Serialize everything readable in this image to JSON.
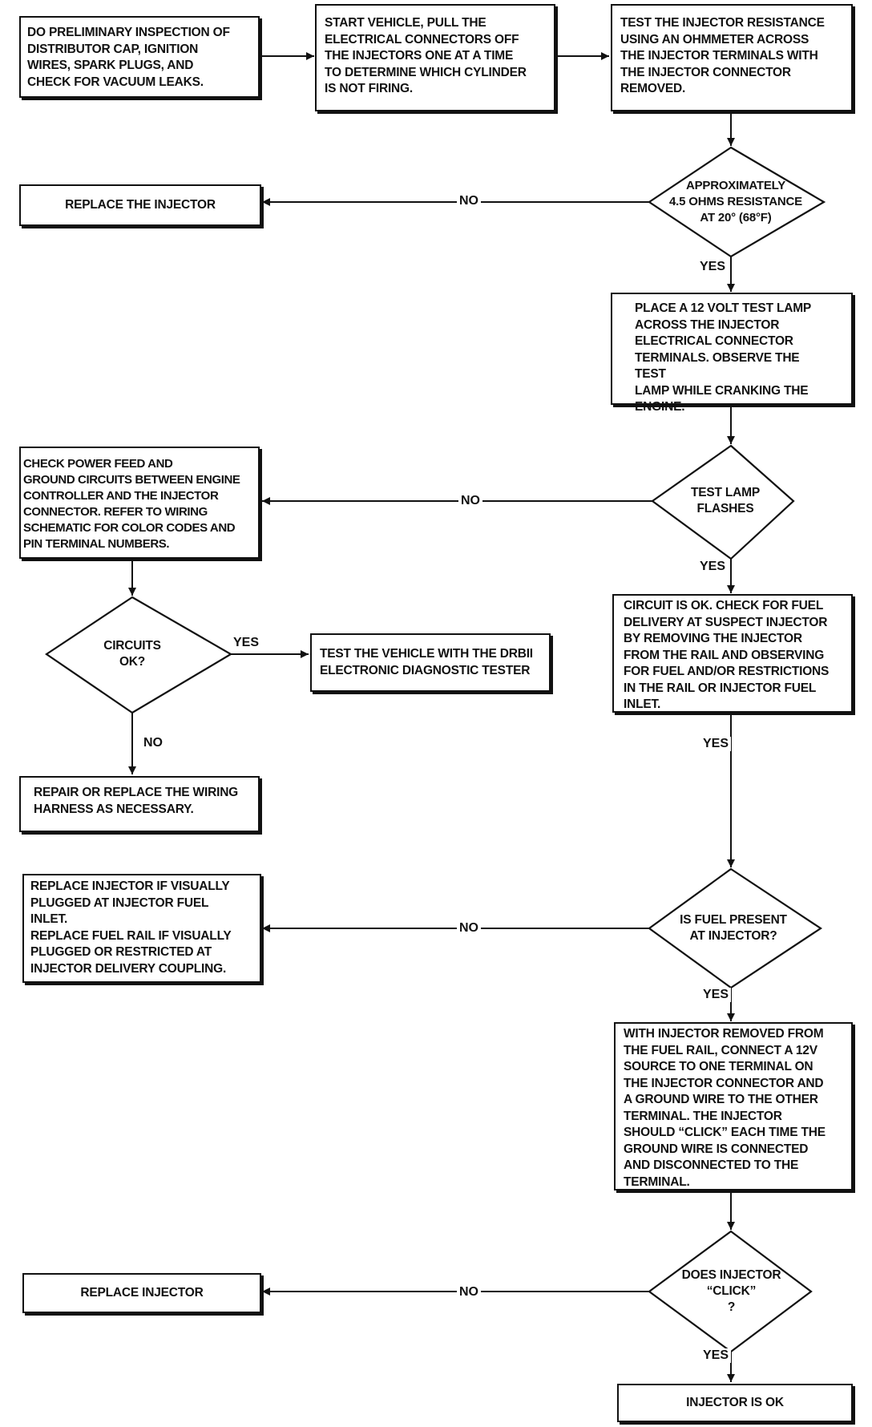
{
  "steps": {
    "preliminary_inspection": "DO PRELIMINARY INSPECTION OF\nDISTRIBUTOR CAP, IGNITION\nWIRES, SPARK PLUGS, AND\nCHECK FOR VACUUM LEAKS.",
    "start_vehicle": "START VEHICLE, PULL THE\nELECTRICAL CONNECTORS OFF\nTHE INJECTORS ONE AT A TIME\nTO DETERMINE WHICH CYLINDER\nIS NOT FIRING.",
    "test_resistance": "TEST THE INJECTOR RESISTANCE\nUSING AN OHMMETER ACROSS\nTHE INJECTOR TERMINALS WITH\nTHE INJECTOR CONNECTOR\nREMOVED.",
    "replace_injector_1": "REPLACE THE INJECTOR",
    "test_lamp": "PLACE A 12 VOLT TEST LAMP\nACROSS THE INJECTOR\nELECTRICAL CONNECTOR\nTERMINALS. OBSERVE THE TEST\nLAMP WHILE CRANKING THE\nENGINE.",
    "check_power_feed": "CHECK POWER FEED AND\nGROUND CIRCUITS BETWEEN ENGINE\nCONTROLLER AND THE INJECTOR\nCONNECTOR. REFER TO WIRING\nSCHEMATIC FOR COLOR CODES AND\nPIN TERMINAL NUMBERS.",
    "drb_test": "TEST THE VEHICLE WITH THE DRBII\nELECTRONIC DIAGNOSTIC TESTER",
    "repair_wiring": "REPAIR OR REPLACE THE WIRING\nHARNESS AS NECESSARY.",
    "circuit_ok": "CIRCUIT IS OK. CHECK FOR FUEL\nDELIVERY AT SUSPECT INJECTOR\nBY REMOVING THE INJECTOR\nFROM THE RAIL AND OBSERVING\nFOR FUEL AND/OR RESTRICTIONS\nIN THE RAIL OR INJECTOR FUEL\nINLET.",
    "replace_plugged": "REPLACE INJECTOR IF VISUALLY\nPLUGGED AT INJECTOR FUEL\nINLET.\nREPLACE FUEL RAIL IF VISUALLY\nPLUGGED OR RESTRICTED AT\nINJECTOR DELIVERY COUPLING.",
    "click_test": "WITH INJECTOR REMOVED FROM\nTHE FUEL RAIL, CONNECT A 12V\nSOURCE TO ONE TERMINAL ON\nTHE INJECTOR CONNECTOR AND\nA GROUND WIRE TO THE OTHER\nTERMINAL. THE INJECTOR\nSHOULD “CLICK” EACH TIME THE\nGROUND WIRE IS CONNECTED\nAND DISCONNECTED TO THE\nTERMINAL.",
    "replace_injector_2": "REPLACE INJECTOR",
    "injector_ok": "INJECTOR IS OK"
  },
  "decisions": {
    "resistance": "APPROXIMATELY\n4.5 OHMS RESISTANCE\nAT 20° (68°F)",
    "lamp_flashes": "TEST LAMP\nFLASHES",
    "circuits_ok": "CIRCUITS\nOK?",
    "fuel_present": "IS FUEL PRESENT\nAT INJECTOR?",
    "injector_click": "DOES INJECTOR\n“CLICK”\n?"
  },
  "labels": {
    "no": "NO",
    "yes": "YES"
  }
}
